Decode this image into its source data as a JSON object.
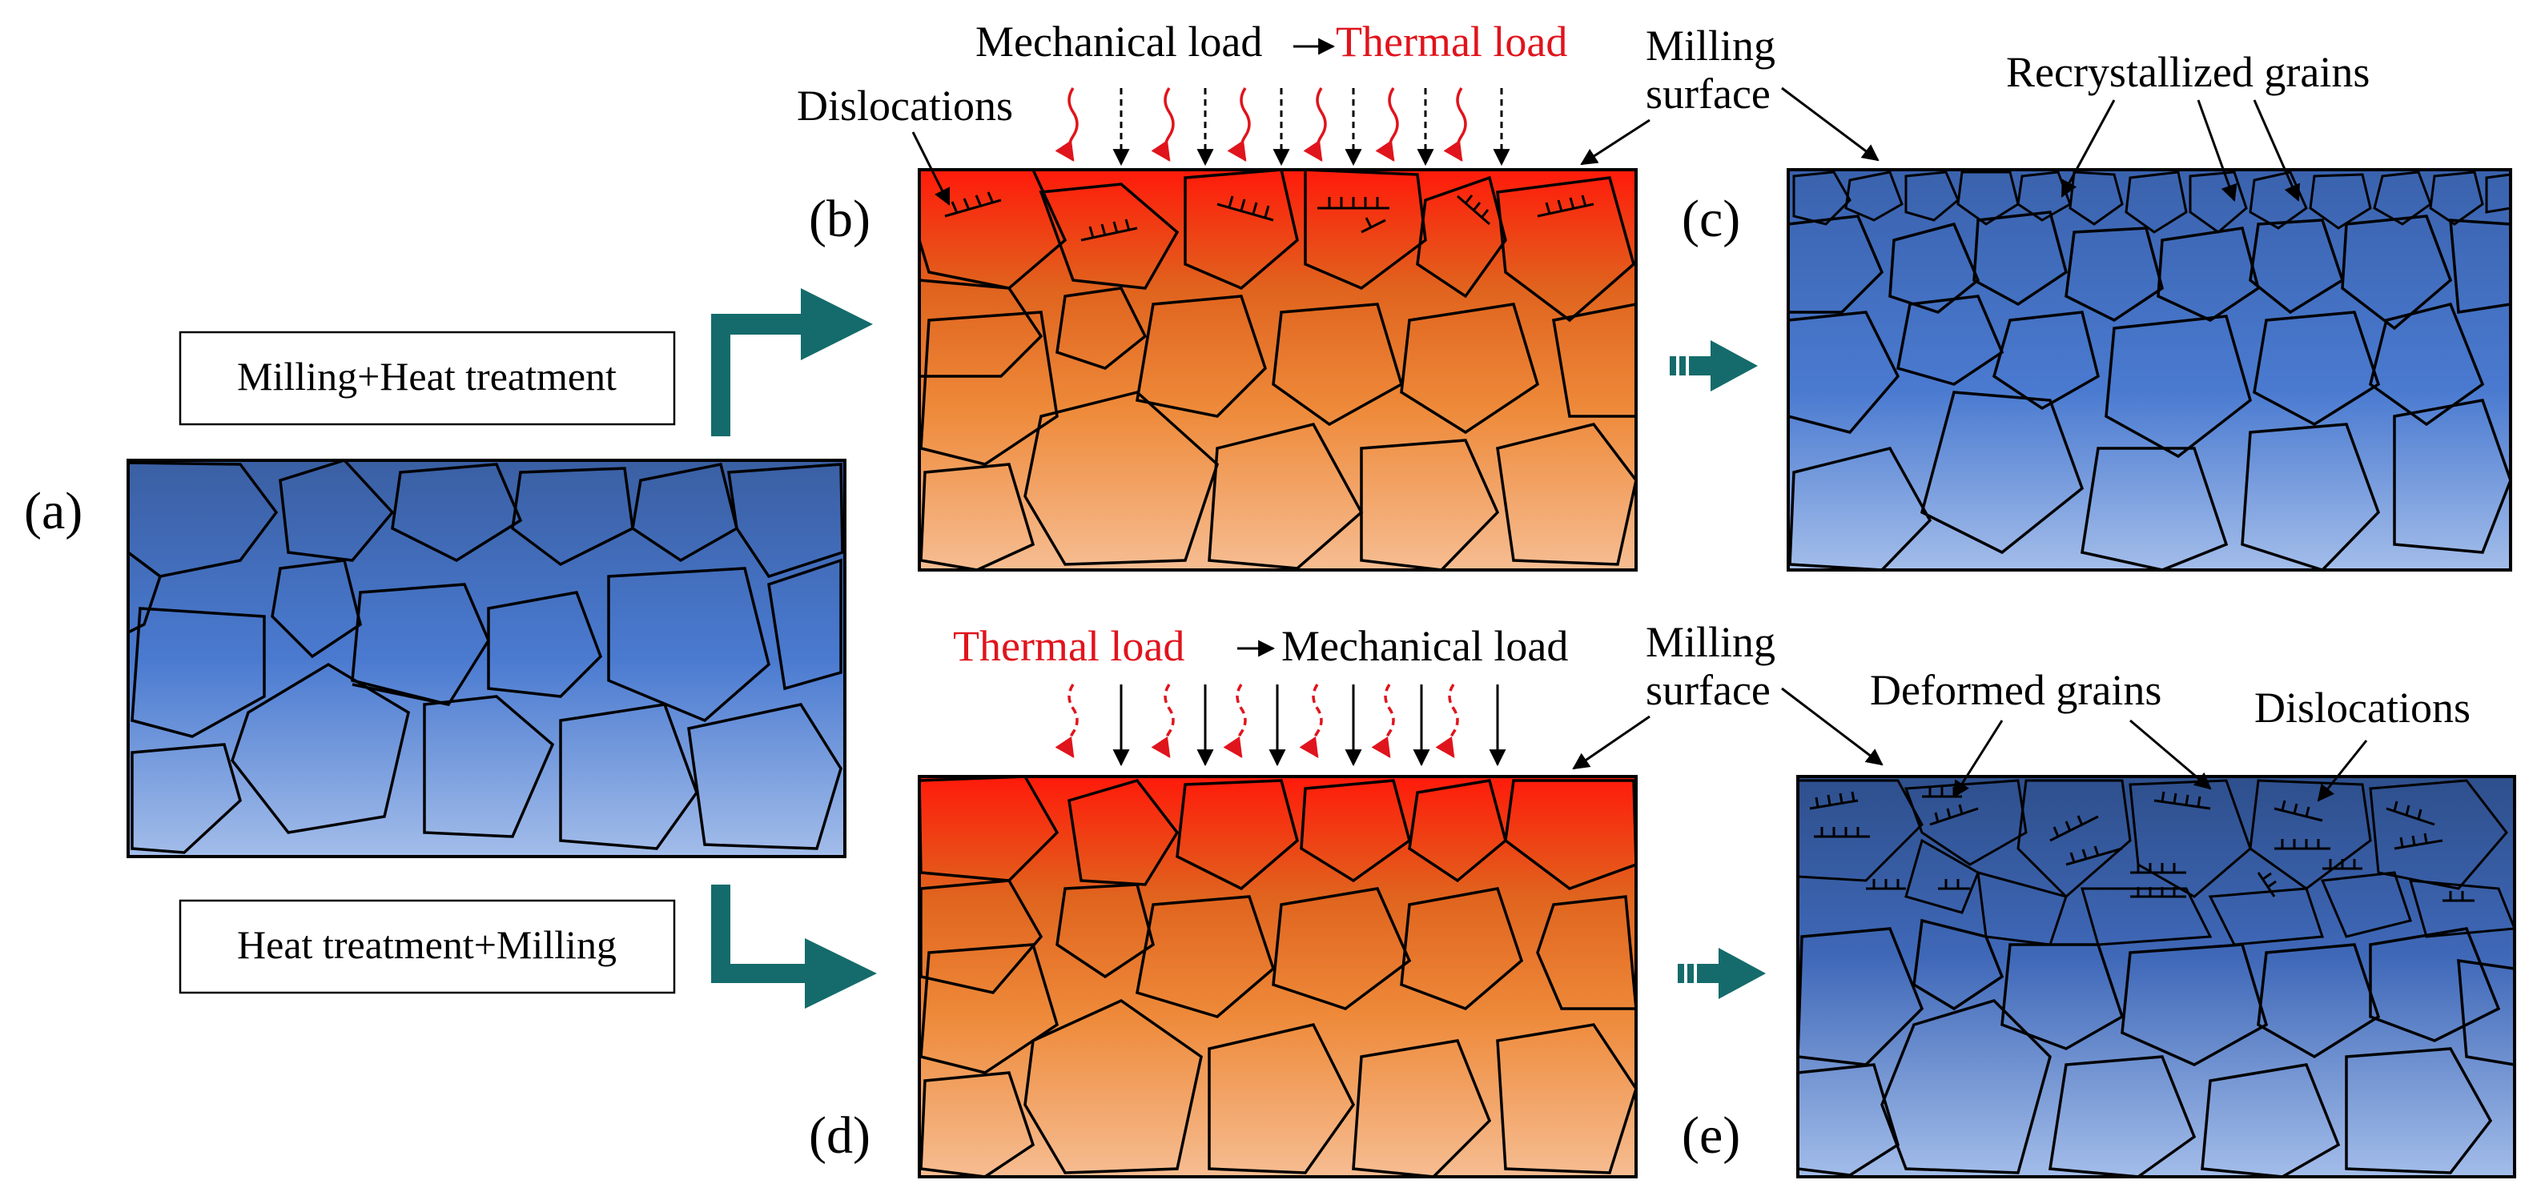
{
  "panel_labels": {
    "a": "(a)",
    "b": "(b)",
    "c": "(c)",
    "d": "(d)",
    "e": "(e)"
  },
  "process_boxes": {
    "top": "Milling+Heat treatment",
    "bottom": "Heat treatment+Milling"
  },
  "top_row": {
    "load_mechanical": "Mechanical load",
    "load_thermal": "Thermal load",
    "dislocations": "Dislocations",
    "milling_surface_line1": "Milling",
    "milling_surface_line2": "surface",
    "recrystallized_grains": "Recrystallized grains"
  },
  "bottom_row": {
    "load_thermal": "Thermal load",
    "load_mechanical": "Mechanical load",
    "milling_surface_line1": "Milling",
    "milling_surface_line2": "surface",
    "deformed_grains": "Deformed grains",
    "dislocations": "Dislocations"
  },
  "colors": {
    "blue_dark": "#3a5fa3",
    "blue_mid": "#4a7ad0",
    "blue_light": "#9ab4e6",
    "red_top": "#ff1a0a",
    "orange_mid": "#ee8a3a",
    "orange_light": "#f4b88a",
    "teal_arrow": "#156b6b",
    "red_text": "#e0141c"
  },
  "icons": [
    "path-arrow-icon",
    "dashed-arrow-icon",
    "thermal-wavy-arrow-icon",
    "load-arrow-icon",
    "dislocation-symbol-icon"
  ]
}
